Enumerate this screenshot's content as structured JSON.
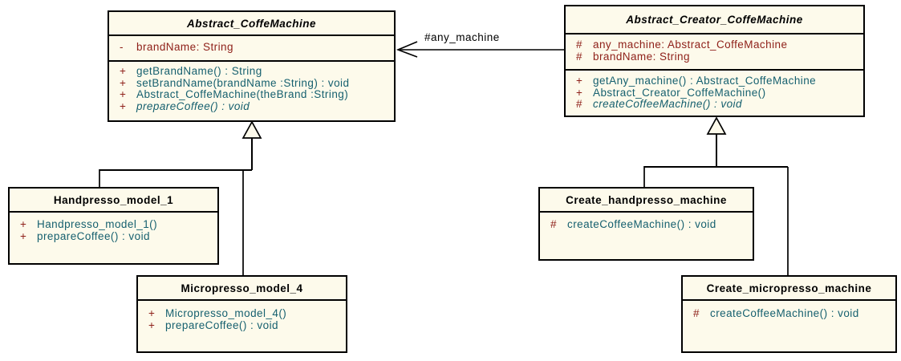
{
  "diagram": {
    "type": "uml-class-diagram",
    "subject": "Factory Method pattern for coffee machines"
  },
  "colors": {
    "box_fill": "#FDFAEB",
    "box_border": "#000000",
    "title_text": "#000000",
    "attribute_text": "#8F211A",
    "visibility_marker": "#8F211A",
    "method_text": "#16606F",
    "background": "#FFFFFF"
  },
  "classes": [
    {
      "name": "Abstract_CoffeMachine",
      "abstract": true,
      "attributes": [
        {
          "visibility": "-",
          "text": "brandName: String"
        }
      ],
      "methods": [
        {
          "visibility": "+",
          "text": "getBrandName() : String",
          "italic": false
        },
        {
          "visibility": "+",
          "text": "setBrandName(brandName :String) : void",
          "italic": false
        },
        {
          "visibility": "+",
          "text": "Abstract_CoffeMachine(theBrand :String)",
          "italic": false
        },
        {
          "visibility": "+",
          "text": "prepareCoffee() : void",
          "italic": true
        }
      ]
    },
    {
      "name": "Abstract_Creator_CoffeMachine",
      "abstract": true,
      "attributes": [
        {
          "visibility": "#",
          "text": "any_machine: Abstract_CoffeMachine"
        },
        {
          "visibility": "#",
          "text": "brandName: String"
        }
      ],
      "methods": [
        {
          "visibility": "+",
          "text": "getAny_machine() : Abstract_CoffeMachine",
          "italic": false
        },
        {
          "visibility": "+",
          "text": "Abstract_Creator_CoffeMachine()",
          "italic": false
        },
        {
          "visibility": "#",
          "text": "createCoffeeMachine() : void",
          "italic": true
        }
      ]
    },
    {
      "name": "Handpresso_model_1",
      "abstract": false,
      "attributes": [],
      "methods": [
        {
          "visibility": "+",
          "text": "Handpresso_model_1()",
          "italic": false
        },
        {
          "visibility": "+",
          "text": "prepareCoffee() : void",
          "italic": false
        }
      ]
    },
    {
      "name": "Micropresso_model_4",
      "abstract": false,
      "attributes": [],
      "methods": [
        {
          "visibility": "+",
          "text": "Micropresso_model_4()",
          "italic": false
        },
        {
          "visibility": "+",
          "text": "prepareCoffee() : void",
          "italic": false
        }
      ]
    },
    {
      "name": "Create_handpresso_machine",
      "abstract": false,
      "attributes": [],
      "methods": [
        {
          "visibility": "#",
          "text": "createCoffeeMachine() : void",
          "italic": false
        }
      ]
    },
    {
      "name": "Create_micropresso_machine",
      "abstract": false,
      "attributes": [],
      "methods": [
        {
          "visibility": "#",
          "text": "createCoffeeMachine() : void",
          "italic": false
        }
      ]
    }
  ],
  "relationships": {
    "association": {
      "label": "#any_machine",
      "type": "navigable-association",
      "from": "Abstract_Creator_CoffeMachine",
      "to": "Abstract_CoffeMachine"
    },
    "generalizations": [
      {
        "from": "Handpresso_model_1",
        "to": "Abstract_CoffeMachine"
      },
      {
        "from": "Micropresso_model_4",
        "to": "Abstract_CoffeMachine"
      },
      {
        "from": "Create_handpresso_machine",
        "to": "Abstract_Creator_CoffeMachine"
      },
      {
        "from": "Create_micropresso_machine",
        "to": "Abstract_Creator_CoffeMachine"
      }
    ]
  }
}
